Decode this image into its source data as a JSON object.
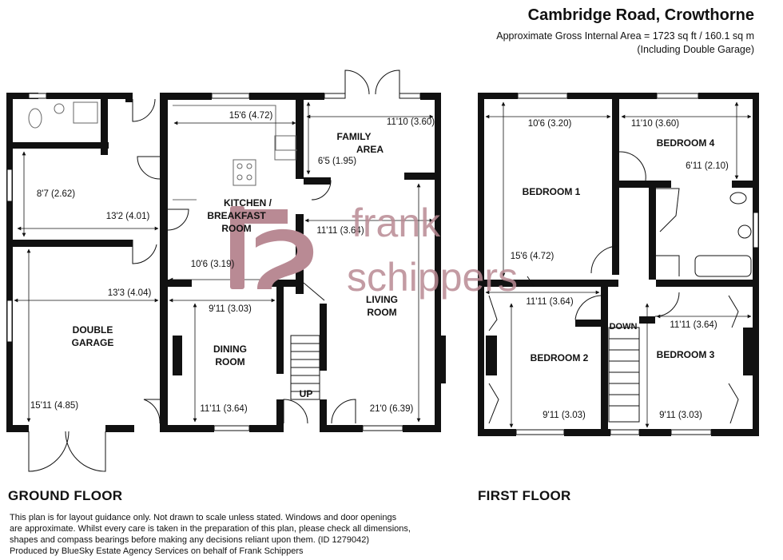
{
  "header": {
    "title": "Cambridge Road, Crowthorne",
    "area": "Approximate Gross Internal Area = 1723 sq ft / 160.1 sq m",
    "note": "(Including Double Garage)"
  },
  "watermark": {
    "line1": "frank",
    "line2": "schippers",
    "color": "#b98a94"
  },
  "ground_floor": {
    "label": "GROUND FLOOR",
    "rooms": {
      "kitchen_line1": "KITCHEN /",
      "kitchen_line2": "BREAKFAST",
      "kitchen_line3": "ROOM",
      "family_line1": "FAMILY",
      "family_line2": "AREA",
      "garage_line1": "DOUBLE",
      "garage_line2": "GARAGE",
      "dining_line1": "DINING",
      "dining_line2": "ROOM",
      "living_line1": "LIVING",
      "living_line2": "ROOM",
      "up": "UP"
    },
    "dims": {
      "kitchen_width": "15'6 (4.72)",
      "family_width": "11'10 (3.60)",
      "family_depth": "6'5 (1.95)",
      "utility_depth": "8'7 (2.62)",
      "utility_width": "13'2 (4.01)",
      "living_width": "11'11 (3.64)",
      "kitchen_depth": "10'6 (3.19)",
      "garage_width": "13'3 (4.04)",
      "dining_width": "9'11 (3.03)",
      "garage_depth": "15'11 (4.85)",
      "dining_depth": "11'11 (3.64)",
      "living_depth": "21'0 (6.39)"
    }
  },
  "first_floor": {
    "label": "FIRST FLOOR",
    "rooms": {
      "bedroom1": "BEDROOM 1",
      "bedroom2": "BEDROOM 2",
      "bedroom3": "BEDROOM 3",
      "bedroom4": "BEDROOM 4",
      "down": "DOWN"
    },
    "dims": {
      "bed1_width": "10'6 (3.20)",
      "bed4_width": "11'10 (3.60)",
      "bed4_depth": "6'11 (2.10)",
      "bed1_depth": "15'6 (4.72)",
      "bed2_width": "11'11 (3.64)",
      "bed3_width": "11'11 (3.64)",
      "bed2_depth": "9'11 (3.03)",
      "bed3_depth": "9'11 (3.03)"
    }
  },
  "disclaimer": {
    "line1": "This plan is for layout guidance only. Not drawn to scale unless stated. Windows and door openings",
    "line2": "are approximate. Whilst every care is taken in the preparation of this plan, please check all dimensions,",
    "line3": "shapes and compass bearings before making any decisions reliant upon them. (ID 1279042)",
    "line4": "Produced by BlueSky Estate Agency Services on behalf of Frank Schippers"
  }
}
